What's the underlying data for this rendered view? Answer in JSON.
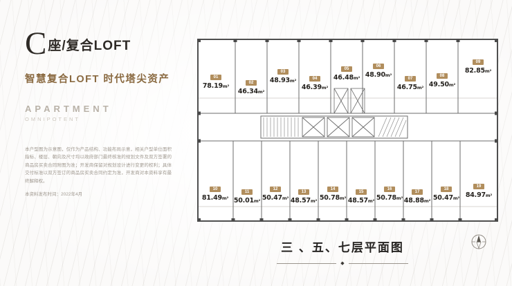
{
  "accent": {
    "badge": "#b18e5d",
    "brown": "#8a6a41",
    "line": "#6b6b6b"
  },
  "left_panel": {
    "building_letter": "C",
    "title_rest": "座/复合LOFT",
    "subtitle": "智慧复合LOFT 时代塔尖资产",
    "en_title": "APARTMENT",
    "en_subtitle": "OMNIPOTENT",
    "disclaimer": "本户型图为示意图，仅作为产品结构、功能布局示意，相关户型单位面积指标、楼层、朝向及尺寸均以政府部门最终核准的规划文件及双方签署的商品房买卖合同附图为准；开发商保留对规划设计进行变更的权利；具体交付标准以双方签订的商品房买卖合同约定为准，开发商对本资料享有最终解释权。",
    "date_note": "本资料发布时间：2022年4月"
  },
  "plan": {
    "area_unit": "m²",
    "top_units": [
      {
        "no": "01",
        "area": "78.19"
      },
      {
        "no": "02",
        "area": "46.34"
      },
      {
        "no": "03",
        "area": "48.93"
      },
      {
        "no": "04",
        "area": "46.39"
      },
      {
        "no": "05",
        "area": "46.48"
      },
      {
        "no": "06",
        "area": "48.90"
      },
      {
        "no": "07",
        "area": "46.75"
      },
      {
        "no": "08",
        "area": "49.50"
      },
      {
        "no": "09",
        "area": "82.85"
      }
    ],
    "bottom_units": [
      {
        "no": "10",
        "area": "81.49"
      },
      {
        "no": "11",
        "area": "50.01"
      },
      {
        "no": "12",
        "area": "50.47"
      },
      {
        "no": "13",
        "area": "48.57"
      },
      {
        "no": "14",
        "area": "50.78"
      },
      {
        "no": "15",
        "area": "48.57"
      },
      {
        "no": "16",
        "area": "50.78"
      },
      {
        "no": "17",
        "area": "48.88"
      },
      {
        "no": "18",
        "area": "50.47"
      },
      {
        "no": "19",
        "area": "84.97"
      }
    ]
  },
  "footer": {
    "caption": "三 、五、七层平面图",
    "ornament_diamond": "◆"
  }
}
